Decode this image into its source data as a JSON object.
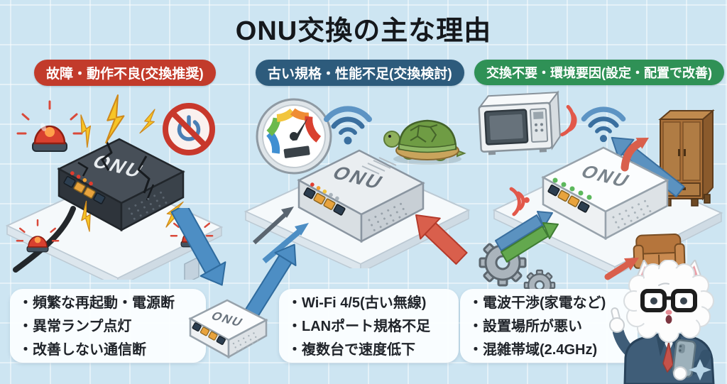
{
  "title": "ONU交換の主な理由",
  "onu_label": "ONU",
  "columns": [
    {
      "header": "故障・動作不良(交換推奨)",
      "header_color": "#c23b2b",
      "bullets": [
        "・頻繁な再起動・電源断",
        "・異常ランプ点灯",
        "・改善しない通信断"
      ],
      "icons": [
        "alarm-siren-icon",
        "lightning-bolt-icon",
        "no-power-icon",
        "cracked-black-onu-device"
      ]
    },
    {
      "header": "古い規格・性能不足(交換検討)",
      "header_color": "#2d5b7c",
      "bullets": [
        "・Wi-Fi 4/5(古い無線)",
        "・LANポート規格不足",
        "・複数台で速度低下"
      ],
      "icons": [
        "speedometer-icon",
        "wifi-icon",
        "turtle-icon",
        "gray-onu-device",
        "red-arrow",
        "blue-arrows"
      ]
    },
    {
      "header": "交換不要・環境要因(設定・配置で改善)",
      "header_color": "#2f9156",
      "bullets": [
        "・電波干渉(家電など)",
        "・設置場所が悪い",
        "・混雑帯域(2.4GHz)"
      ],
      "icons": [
        "microwave-icon",
        "interference-waves-icon",
        "wifi-icon",
        "wardrobe-icon",
        "sofa-icon",
        "gears-icon",
        "white-onu-device"
      ]
    }
  ],
  "replacement_flow": {
    "icons": [
      "blue-arrow-down",
      "new-onu-device",
      "blue-arrow-up"
    ]
  },
  "mascot": {
    "type": "white-cat-in-business-suit",
    "accessories": [
      "glasses",
      "red-tie",
      "smartphone",
      "raised-pointing-paw",
      "sparkle"
    ]
  },
  "colors": {
    "background": "#cde5f2",
    "grid": "#e6f2f9",
    "pill_red": "#c23b2b",
    "pill_navy": "#2d5b7c",
    "pill_green": "#2f9156",
    "note_box": "#fbfeff",
    "arrow_blue": "#4d8ec4",
    "arrow_red": "#d95f4c",
    "arrow_green": "#63a84e",
    "onu_black": "#474f58",
    "onu_gray": "#eaeef1",
    "onu_white": "#fbfdfe",
    "siren_red": "#d8402f",
    "lightning_yellow": "#f7c526",
    "lan_port_yellow": "#e8a33d"
  }
}
